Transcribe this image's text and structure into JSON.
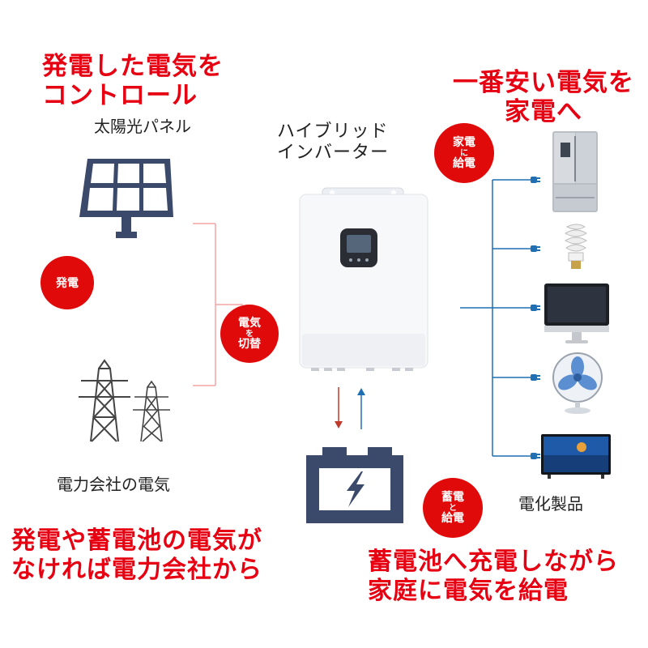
{
  "headlines": {
    "top_left": [
      "発電した電気を",
      "コントロール"
    ],
    "top_right": [
      "一番安い電気を",
      "家電へ"
    ],
    "bottom_left": [
      "発電や蓄電池の電気が",
      "なければ電力会社から"
    ],
    "bottom_right": [
      "蓄電池へ充電しながら",
      "家庭に電気を給電"
    ]
  },
  "labels": {
    "solar_panel": "太陽光パネル",
    "inverter": [
      "ハイブリッド",
      "インバーター"
    ],
    "grid_power": "電力会社の電気",
    "appliances": "電化製品"
  },
  "bubbles": {
    "generate": [
      "発電"
    ],
    "switch": [
      "電気",
      "を",
      "切替"
    ],
    "appliance_supply": [
      "家電",
      "に",
      "給電"
    ],
    "battery_supply": [
      "蓄電",
      "と",
      "給電"
    ]
  },
  "colors": {
    "accent_red": "#e60012",
    "bubble_red": "#e10a0a",
    "line_blue": "#1f6fb2",
    "line_pink": "#f4a6a6",
    "icon_navy": "#3b4a6b"
  }
}
